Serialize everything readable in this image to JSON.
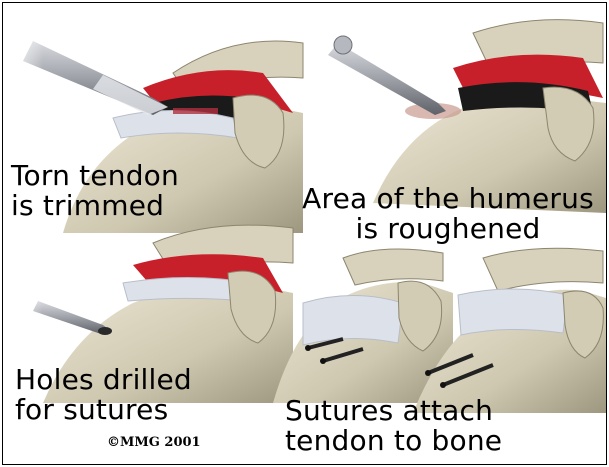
{
  "captions": {
    "top_left": {
      "line1": "Torn tendon",
      "line2": "is trimmed"
    },
    "top_right": {
      "line1": "Area of the humerus",
      "line2": "is roughened"
    },
    "bottom_left": {
      "line1": "Holes drilled",
      "line2": "for sutures"
    },
    "bottom_right": {
      "line1": "Sutures attach",
      "line2": "tendon to bone"
    }
  },
  "copyright": "©MMG 2001",
  "colors": {
    "bone": "#d8d2bc",
    "bone_shadow": "#a9a28a",
    "muscle": "#c8202a",
    "tendon": "#dde2ea",
    "tool_metal": "#9ea1a8",
    "outline": "#000000"
  }
}
